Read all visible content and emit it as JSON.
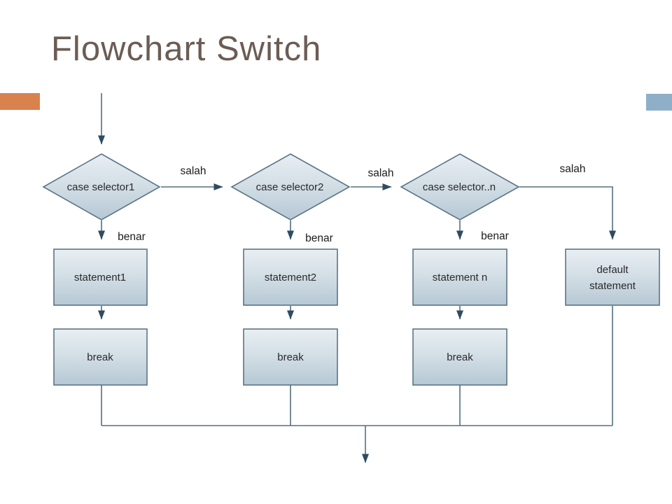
{
  "slide": {
    "title": "Flowchart Switch"
  },
  "diagram": {
    "decisions": [
      {
        "label": "case selector1"
      },
      {
        "label": "case selector2"
      },
      {
        "label": "case selector..n"
      }
    ],
    "statements": [
      {
        "label": "statement1"
      },
      {
        "label": "statement2"
      },
      {
        "label": "statement n"
      }
    ],
    "default_statement": {
      "line1": "default",
      "line2": "statement"
    },
    "breaks": [
      {
        "label": "break"
      },
      {
        "label": "break"
      },
      {
        "label": "break"
      }
    ],
    "salah_labels": [
      "salah",
      "salah",
      "salah"
    ],
    "benar_labels": [
      "benar",
      "benar",
      "benar"
    ]
  },
  "colors": {
    "accent_left": "#d9824e",
    "accent_right": "#8fafc9",
    "title_text": "#6b5c54",
    "node_fill_top": "#e9eff3",
    "node_fill_mid": "#cfdbe3",
    "node_fill_bottom": "#b6c8d4",
    "node_border": "#5b7485",
    "connector": "#54707f",
    "arrowhead": "#2e4b61",
    "node_text": "#2a2a2a",
    "edge_text": "#1c1c1c"
  }
}
